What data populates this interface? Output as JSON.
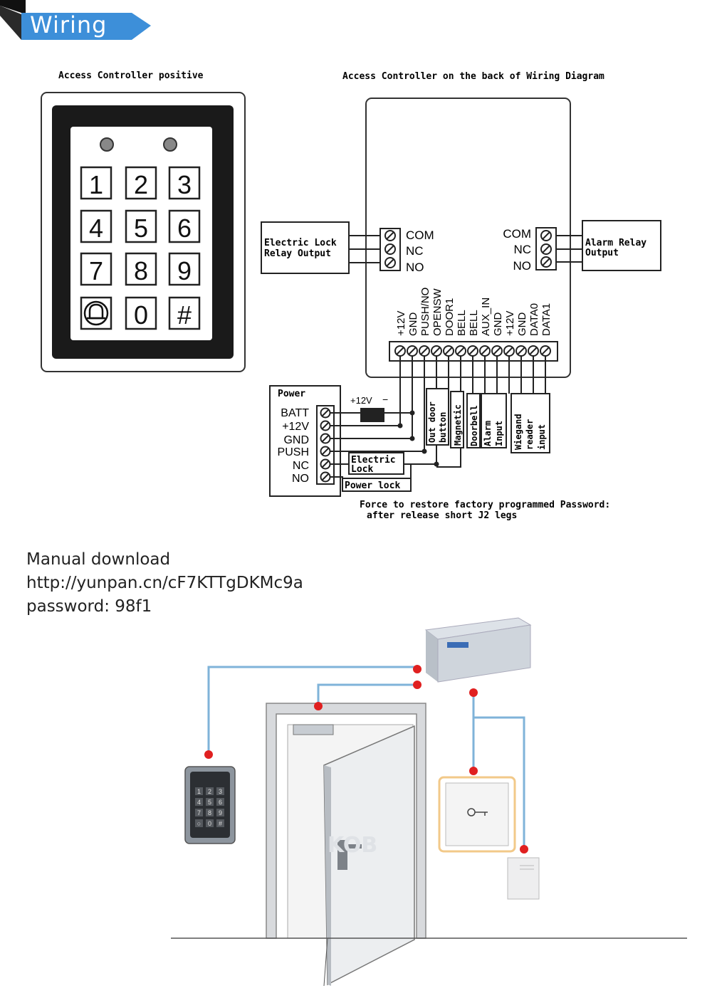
{
  "header": {
    "title": "Wiring",
    "banner_color": "#3d8fd9"
  },
  "keypad_view": {
    "caption": "Access Controller positive",
    "keys": [
      "1",
      "2",
      "3",
      "4",
      "5",
      "6",
      "7",
      "8",
      "9",
      "0",
      "#"
    ]
  },
  "back_view": {
    "caption": "Access Controller on the back of Wiring Diagram",
    "left_relay": {
      "box_label_1": "Electric Lock",
      "box_label_2": "Relay Output",
      "pins": [
        "COM",
        "NC",
        "NO"
      ]
    },
    "right_relay": {
      "box_label_1": "Alarm Relay",
      "box_label_2": "Output",
      "pins": [
        "COM",
        "NC",
        "NO"
      ]
    },
    "terminals": [
      "+12V",
      "GND",
      "PUSH/NO",
      "OPENSW",
      "DOOR1",
      "BELL",
      "BELL",
      "AUX_IN",
      "GND",
      "+12V",
      "GND",
      "DATA0",
      "DATA1"
    ]
  },
  "power_block": {
    "title": "Power",
    "pins": [
      "BATT",
      "+12V",
      "GND",
      "PUSH",
      "NC",
      "NO"
    ],
    "battery_plus": "+12V",
    "battery_minus": "−",
    "electric_lock_1": "Electric",
    "electric_lock_2": "Lock",
    "power_lock": "Power lock"
  },
  "devices": {
    "out_door_1": "Out door",
    "out_door_2": "button",
    "magnetic": "Magnetic",
    "doorbell": "Doorbell",
    "alarm_1": "Alarm",
    "alarm_2": "Input",
    "wiegand_1": "Wiegand",
    "wiegand_2": "reader",
    "wiegand_3": "input"
  },
  "note": {
    "line1": "Force to restore factory programmed Password:",
    "line2": "after  release  short J2 legs"
  },
  "manual": {
    "line1": "Manual download",
    "line2": "http://yunpan.cn/cF7KTTgDKMc9a",
    "line3": "password: 98f1"
  },
  "install": {
    "watermark": "KOB",
    "keypad_keys": [
      "1",
      "2",
      "3",
      "4",
      "5",
      "6",
      "7",
      "8",
      "9",
      "○",
      "0",
      "#"
    ],
    "wire_color": "#7fb3d9",
    "dot_color": "#e02020",
    "highlight_color": "#f2c989"
  }
}
